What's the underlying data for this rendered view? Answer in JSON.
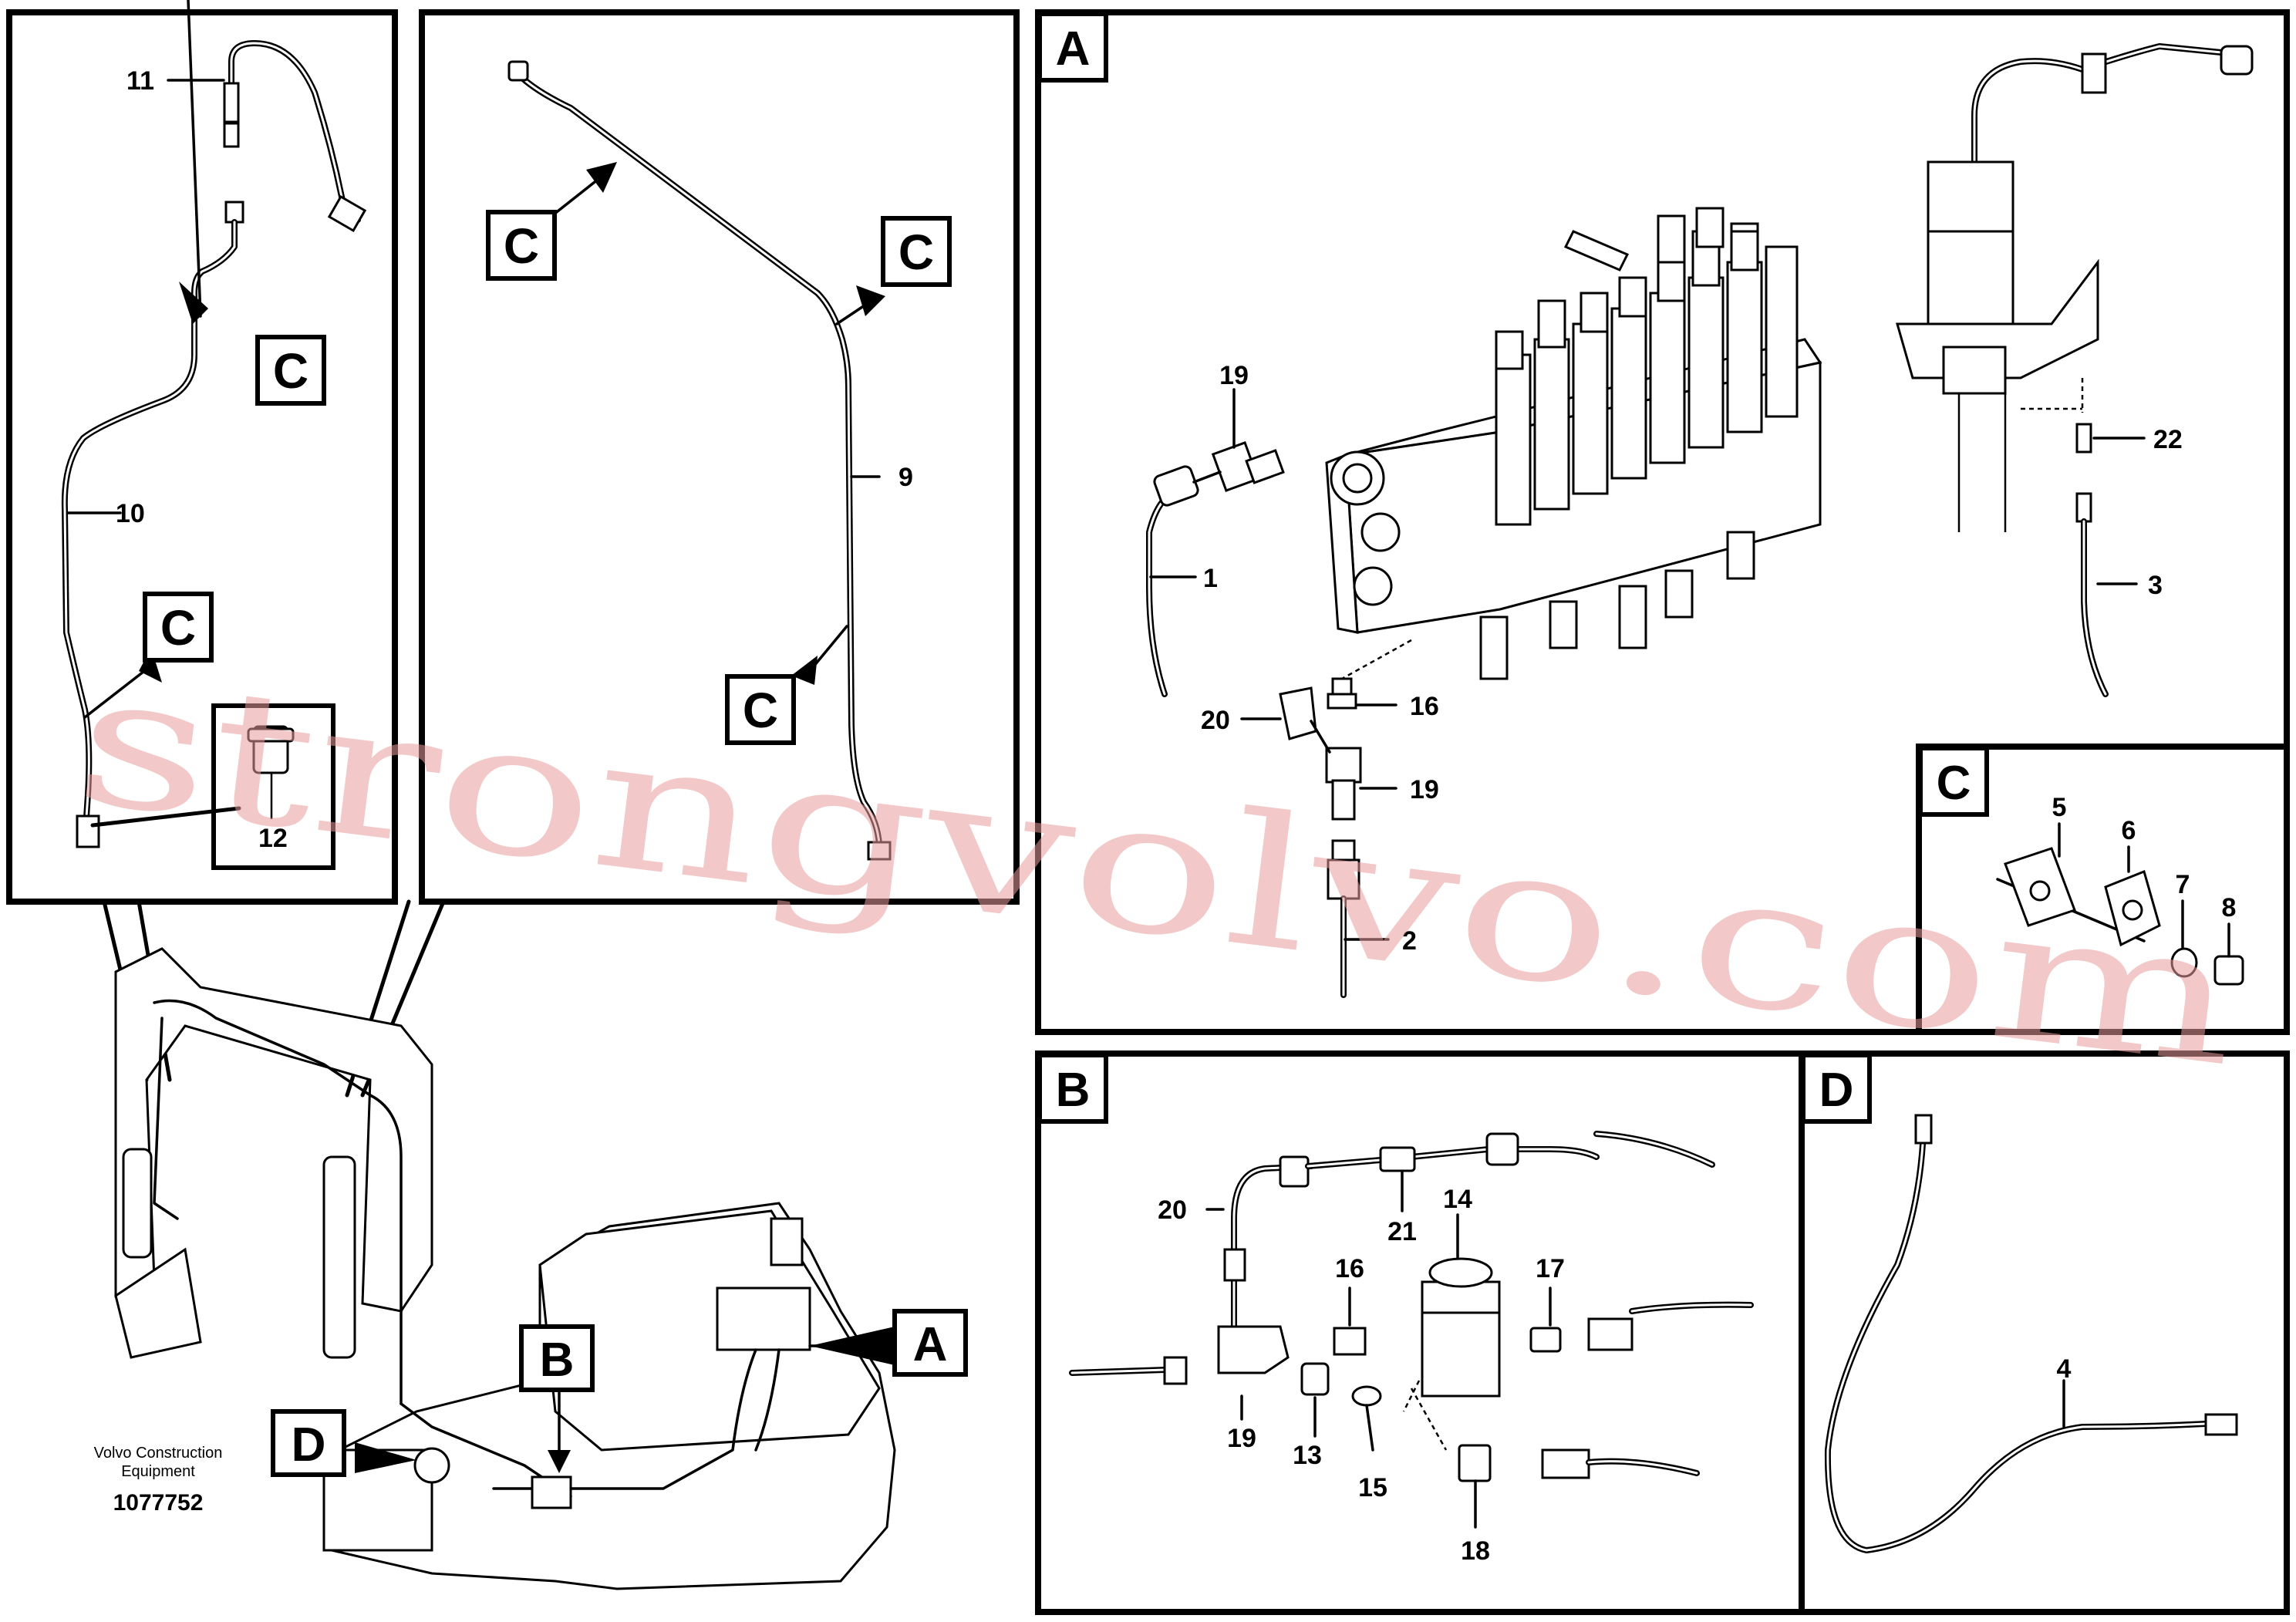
{
  "panel_letters": {
    "A": "A",
    "B": "B",
    "C": "C",
    "D": "D"
  },
  "callout_letter": "C",
  "part_numbers": {
    "p1": "1",
    "p2": "2",
    "p3": "3",
    "p4": "4",
    "p5": "5",
    "p6": "6",
    "p7": "7",
    "p8": "8",
    "p9": "9",
    "p10": "10",
    "p11": "11",
    "p12": "12",
    "p13": "13",
    "p14": "14",
    "p15": "15",
    "p16": "16",
    "p17": "17",
    "p18": "18",
    "p19": "19",
    "p20": "20",
    "p21": "21",
    "p22": "22"
  },
  "caption": {
    "line1": "Volvo Construction",
    "line2": "Equipment",
    "doc_number": "1077752"
  },
  "watermark": "strongvolvo.com"
}
